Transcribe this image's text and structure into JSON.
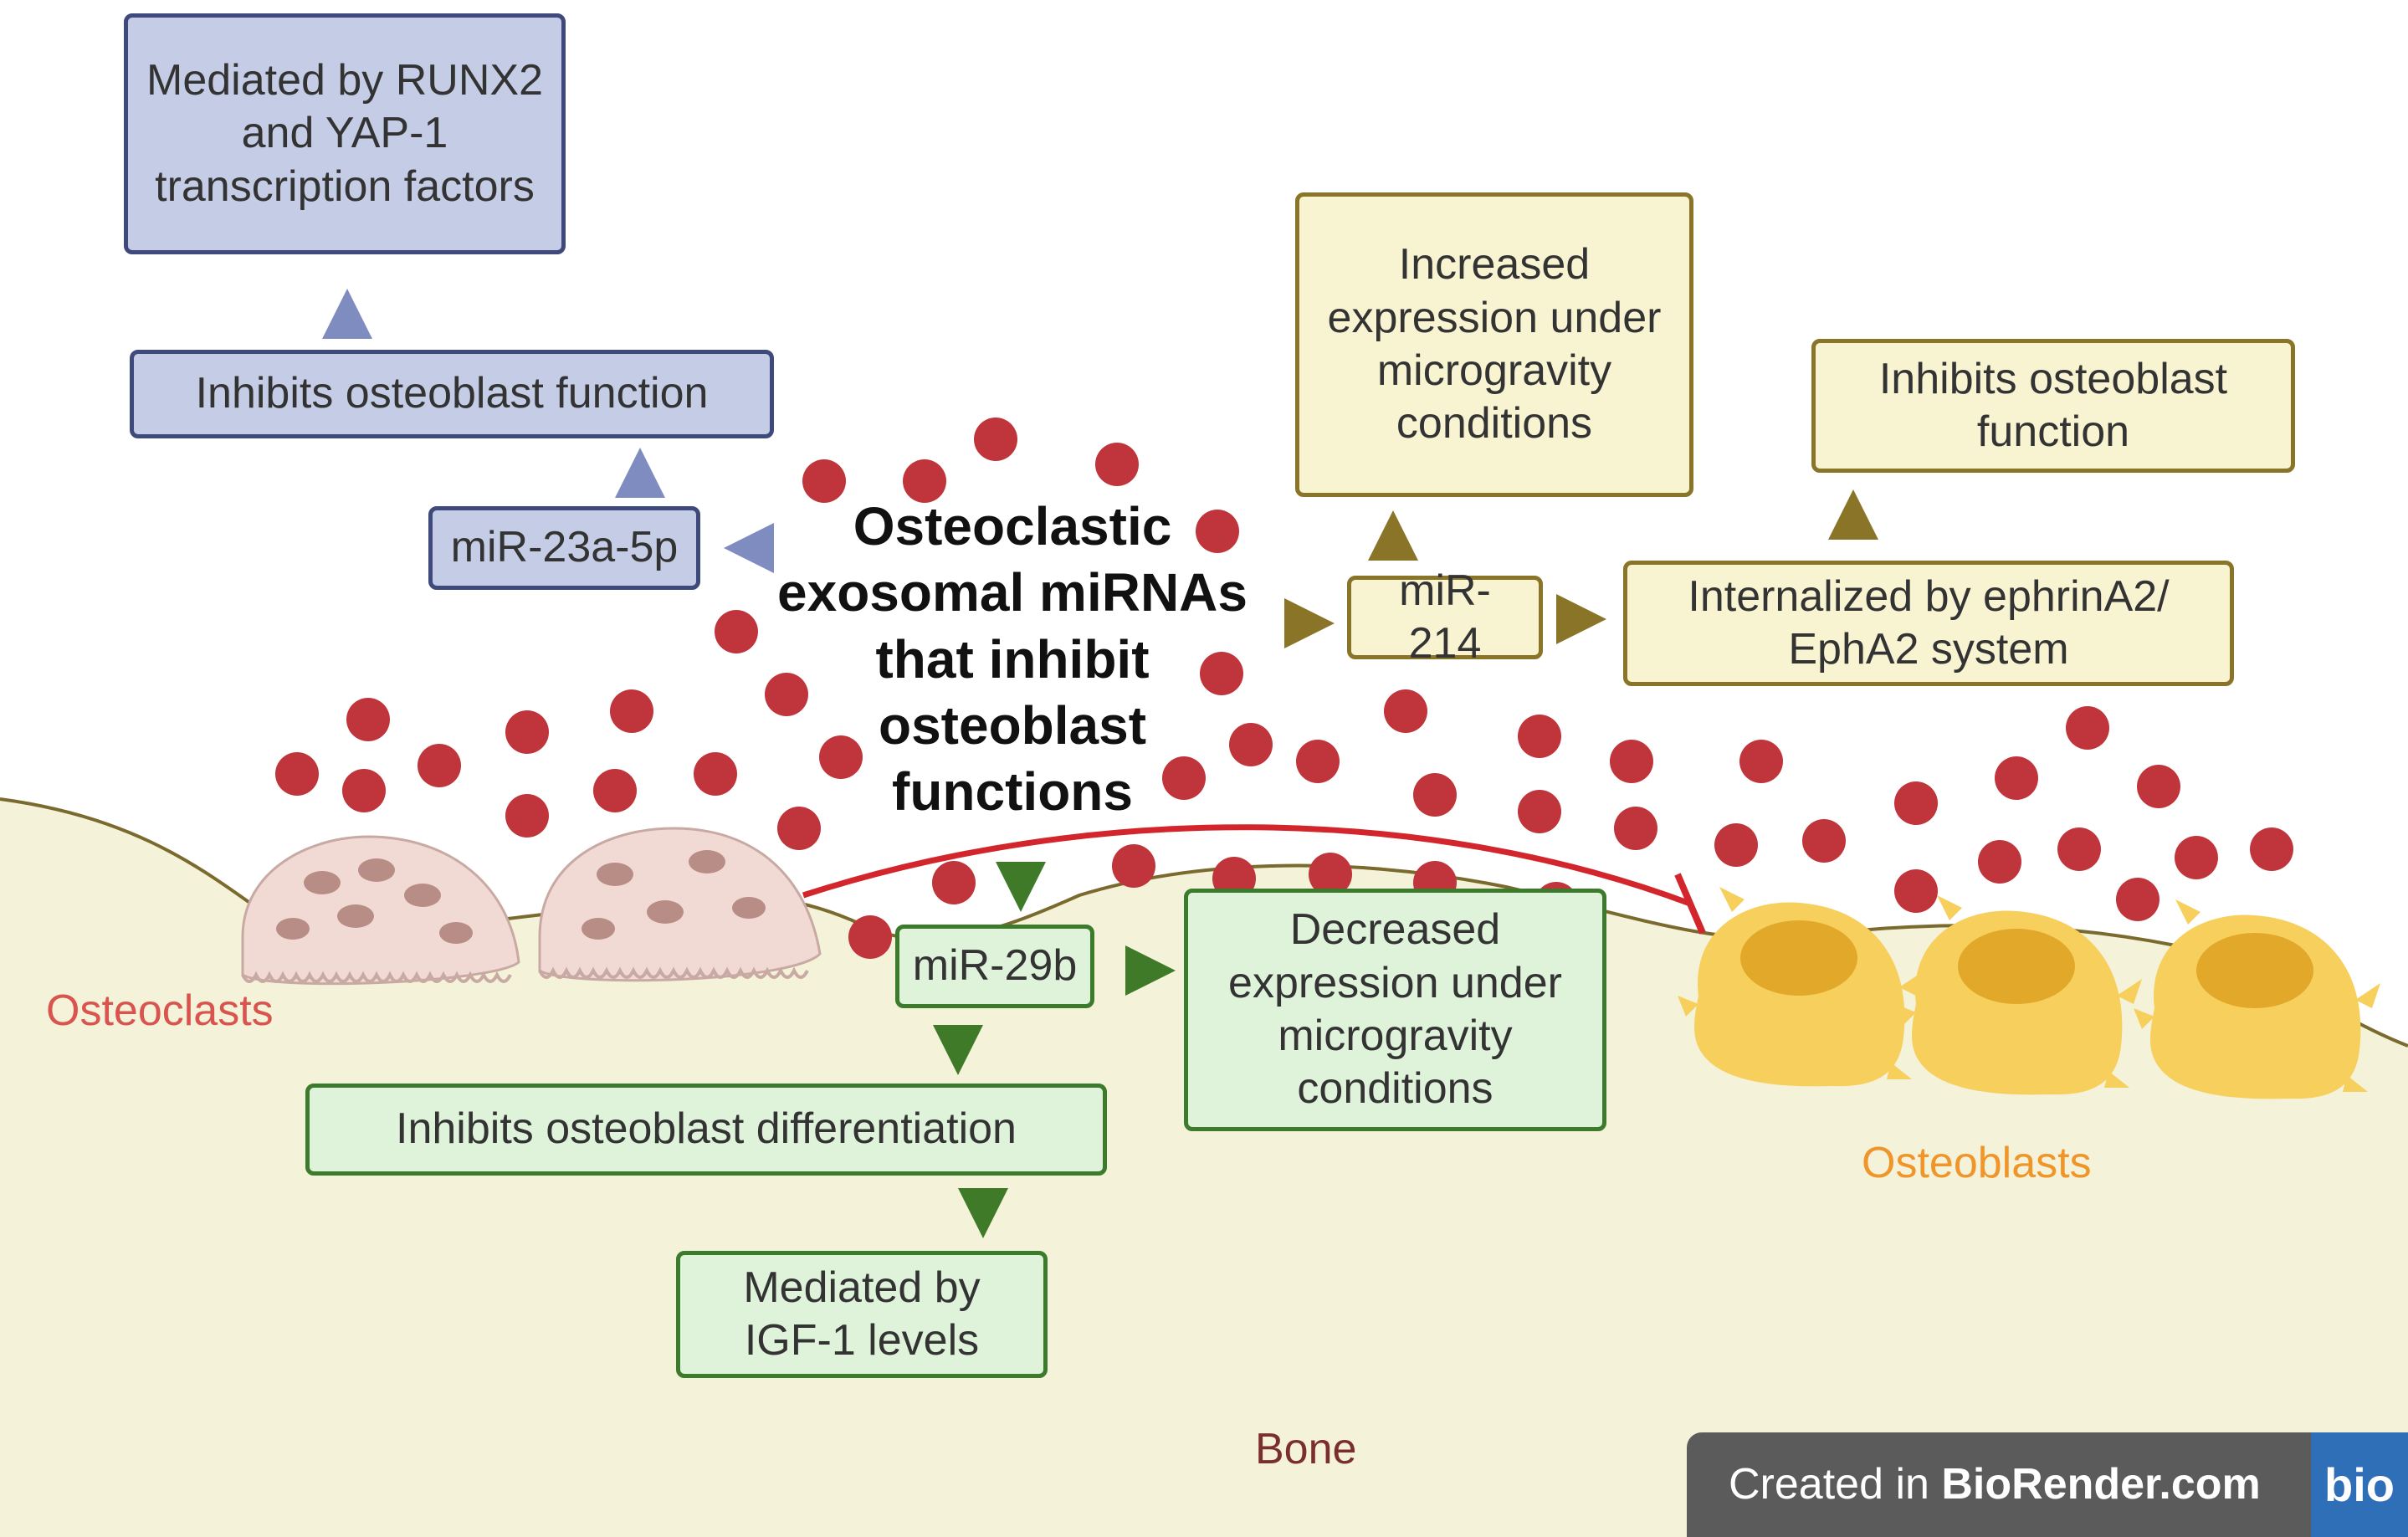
{
  "title": "Osteoclastic\nexosomal miRNAs\nthat inhibit\nosteoblast\nfunctions",
  "labels": {
    "osteoclasts": "Osteoclasts",
    "osteoblasts": "Osteoblasts",
    "bone": "Bone"
  },
  "blue_pathway": {
    "mirna": "miR-23a-5p",
    "effect": "Inhibits osteoblast function",
    "mechanism": "Mediated by RUNX2\nand YAP-1\ntranscription factors"
  },
  "yellow_pathway": {
    "mirna": "miR-214",
    "expression": "Increased\nexpression under\nmicrogravity\nconditions",
    "internalization": "Internalized by ephrinA2/\nEphA2 system",
    "effect": "Inhibits osteoblast\nfunction"
  },
  "green_pathway": {
    "mirna": "miR-29b",
    "expression": "Decreased\nexpression under\nmicrogravity\nconditions",
    "effect": "Inhibits osteoblast differentiation",
    "mechanism": "Mediated by\nIGF-1 levels"
  },
  "watermark": {
    "prefix": "Created in ",
    "brand": "BioRender.com",
    "logo": "bio"
  },
  "colors": {
    "bone": "#f4f2d8",
    "bone_edge": "#7a6a2e",
    "exosome": "#c0353b",
    "inhibition_line": "#d3262c",
    "osteoclast": "#f1d9d4",
    "osteoblast": "#f7cf5d",
    "osteoclast_label": "#d9534f",
    "osteoblast_label": "#f0952a",
    "bone_label": "#7a2e2e",
    "blue_arrow": "#7f8cbf",
    "yellow_arrow": "#8a7428",
    "green_arrow": "#3e7a28"
  }
}
